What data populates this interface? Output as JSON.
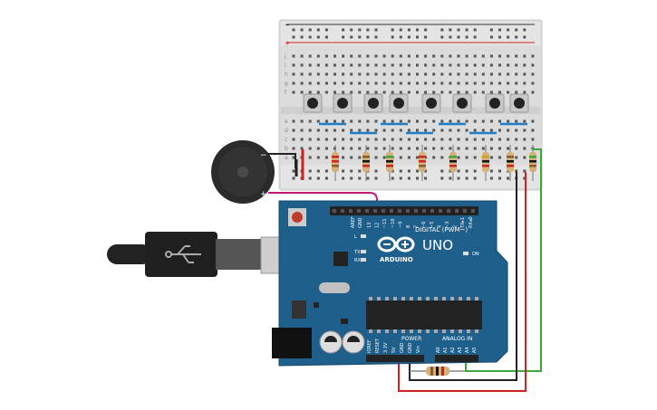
{
  "board": {
    "brand": "ARDUINO",
    "model": "UNO",
    "digital_label": "DIGITAL (PWM~)",
    "aref_label": "AREF",
    "gnd_label": "GND",
    "digital_pins": [
      "13",
      "12",
      "~11",
      "~10",
      "~9",
      "8",
      "7",
      "~6",
      "~5",
      "4",
      "~3",
      "2",
      "TX▸1",
      "RX◂0"
    ],
    "led_labels": [
      "L",
      "TX",
      "RX"
    ],
    "on_label": "ON",
    "power_label": "POWER",
    "analog_label": "ANALOG IN",
    "power_pins": [
      "IOREF",
      "RESET",
      "3.3V",
      "5V",
      "GND",
      "GND",
      "Vin"
    ],
    "analog_pins": [
      "A0",
      "A1",
      "A2",
      "A3",
      "A4",
      "A5"
    ]
  },
  "breadboard": {
    "plus_label": "+",
    "minus_label": "−",
    "columns": 30,
    "row_letters_top": [
      "j",
      "i",
      "h",
      "g",
      "f"
    ],
    "row_letters_bottom": [
      "e",
      "d",
      "c",
      "b",
      "a"
    ]
  },
  "buzzer": {
    "minus_label": "−",
    "plus_label": "+"
  },
  "colors": {
    "board": "#1f5f8b",
    "wire_red": "#d0231f",
    "wire_black": "#222222",
    "wire_green": "#3aa83a",
    "wire_magenta": "#c2187a",
    "jumper_blue": "#1e7fc8"
  }
}
